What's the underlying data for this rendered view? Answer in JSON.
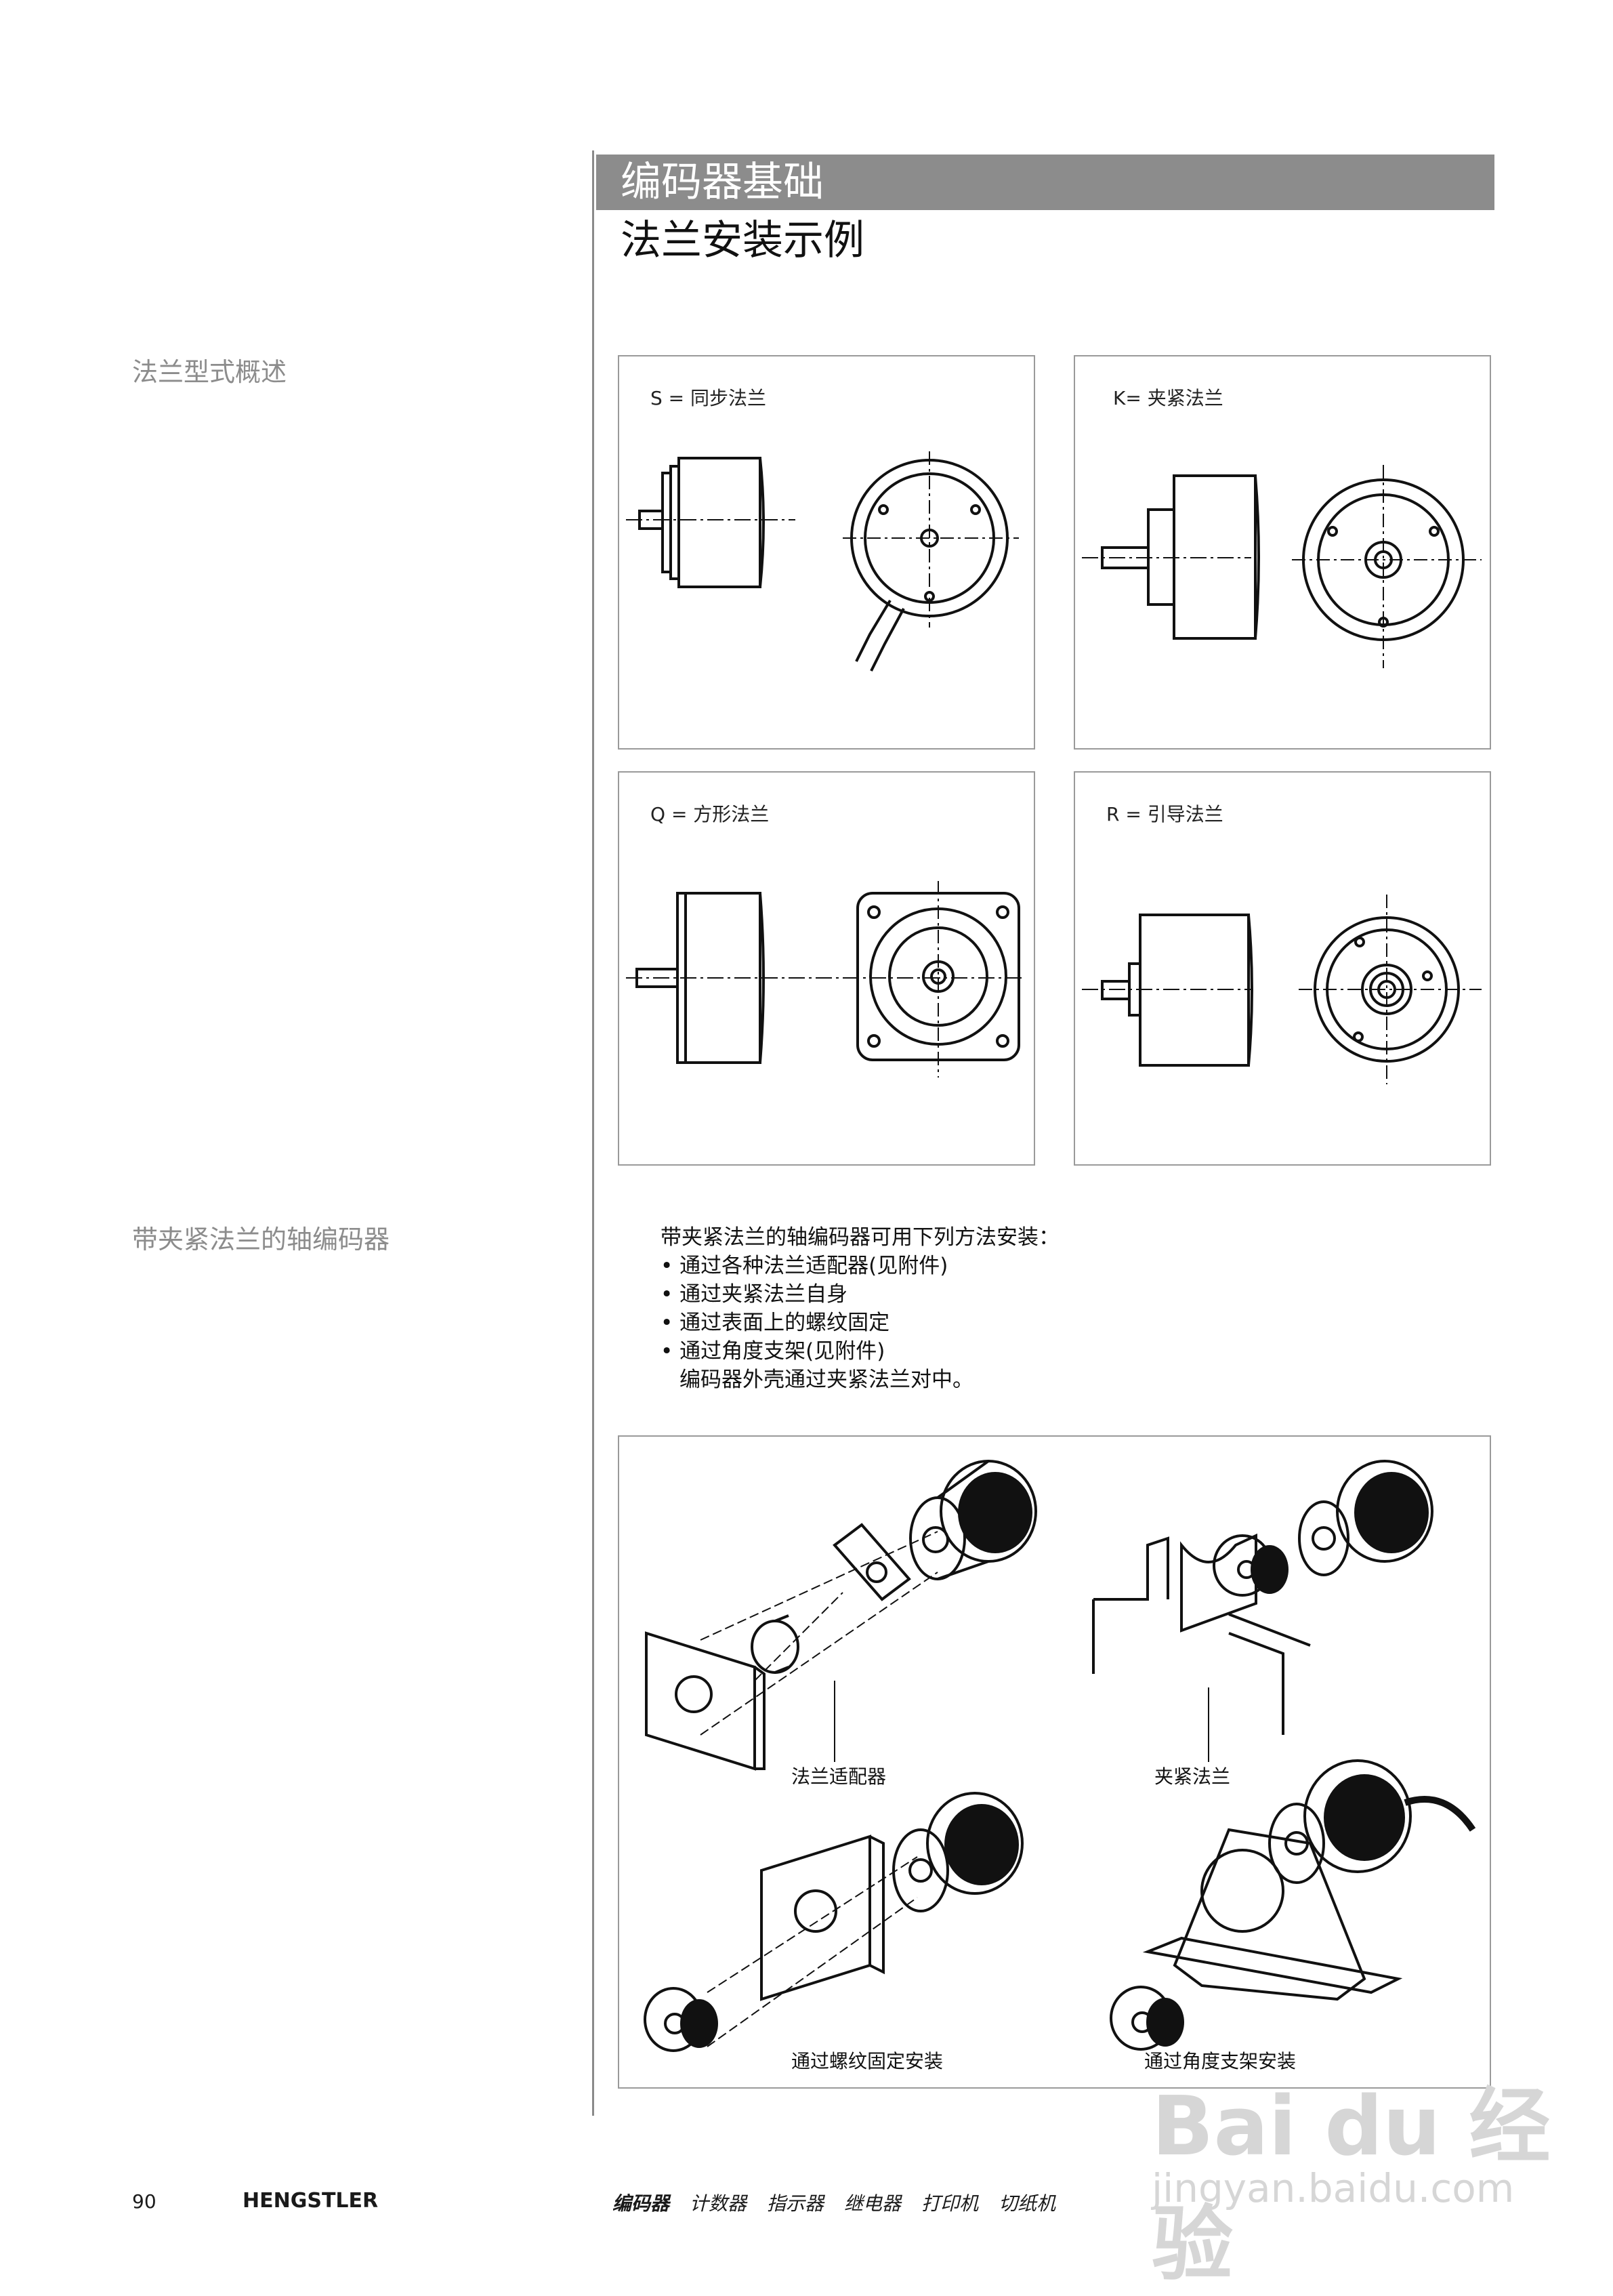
{
  "header": {
    "title": "编码器基础",
    "subtitle": "法兰安装示例"
  },
  "side": {
    "label_1": "法兰型式概述",
    "label_2": "带夹紧法兰的轴编码器"
  },
  "panels": {
    "s": "S = 同步法兰",
    "k": "K= 夹紧法兰",
    "q": "Q = 方形法兰",
    "r": "R = 引导法兰"
  },
  "mounting": {
    "intro": "带夹紧法兰的轴编码器可用下列方法安装：",
    "items": [
      "• 通过各种法兰适配器(见附件)",
      "• 通过夹紧法兰自身",
      "• 通过表面上的螺纹固定",
      "• 通过角度支架(见附件)"
    ],
    "note": "编码器外壳通过夹紧法兰对中。"
  },
  "illustrations": {
    "cap1": "法兰适配器",
    "cap2": "夹紧法兰",
    "cap3": "通过螺纹固定安装",
    "cap4": "通过角度支架安装"
  },
  "footer": {
    "page": "90",
    "brand": "HENGSTLER",
    "nav": [
      "编码器",
      "计数器",
      "指示器",
      "继电器",
      "打印机",
      "切纸机"
    ]
  },
  "watermark": {
    "main": "Bai du 经验",
    "sub": "jingyan.baidu.com"
  }
}
